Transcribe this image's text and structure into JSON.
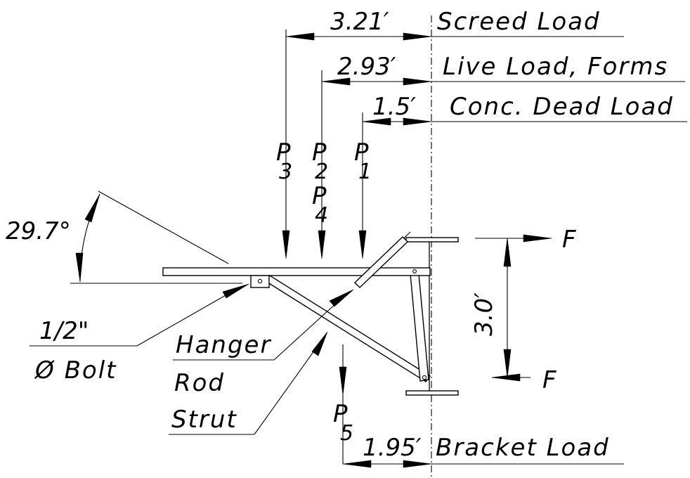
{
  "loads": {
    "screed": {
      "distance": "3.21′",
      "label": "Screed Load"
    },
    "live": {
      "distance": "2.93′",
      "label": "Live Load, Forms"
    },
    "dead": {
      "distance": "1.5′",
      "label": "Conc. Dead Load"
    },
    "bracket": {
      "distance": "1.95′",
      "label": "Bracket Load"
    }
  },
  "forces": {
    "p3": {
      "letter": "P",
      "sub": "3"
    },
    "p2": {
      "letter": "P",
      "sub": "2"
    },
    "p1": {
      "letter": "P",
      "sub": "1"
    },
    "p4": {
      "letter": "P",
      "sub": "4"
    },
    "p5": {
      "letter": "P",
      "sub": "5"
    },
    "f_top": "F",
    "f_bottom": "F"
  },
  "dimensions": {
    "angle": "29.7°",
    "height": "3.0′"
  },
  "callouts": {
    "bolt_size": "1/2\"",
    "bolt_label": "Ø Bolt",
    "hanger": "Hanger",
    "rod": "Rod",
    "strut": "Strut"
  }
}
